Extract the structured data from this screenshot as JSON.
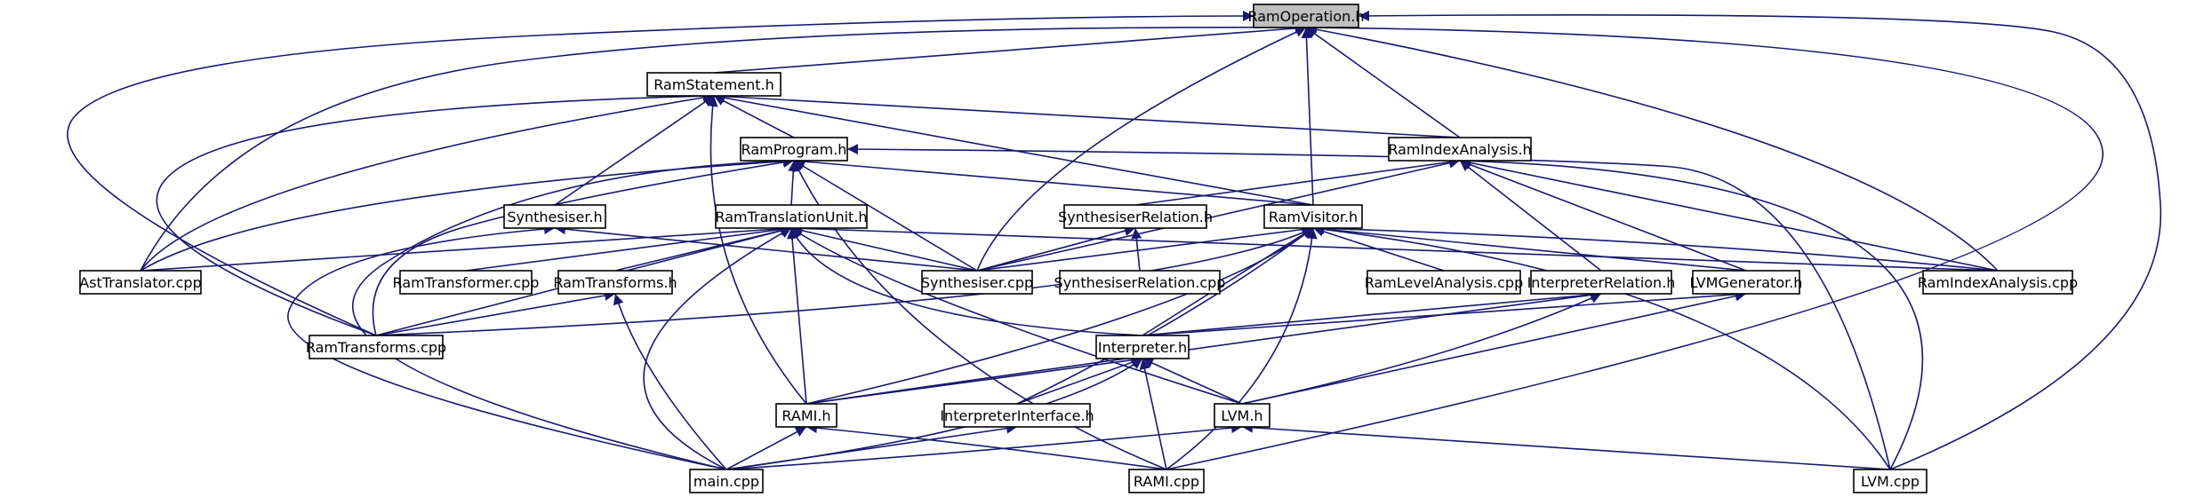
{
  "graph": {
    "nodes": [
      {
        "id": "ramoperation",
        "label": "RamOperation.h",
        "focus": true
      },
      {
        "id": "ramstatement",
        "label": "RamStatement.h"
      },
      {
        "id": "ramprogram",
        "label": "RamProgram.h"
      },
      {
        "id": "ramindexanalysis_h",
        "label": "RamIndexAnalysis.h"
      },
      {
        "id": "synthesiser_h",
        "label": "Synthesiser.h"
      },
      {
        "id": "ramtranslationunit",
        "label": "RamTranslationUnit.h"
      },
      {
        "id": "synthesiserrelation_h",
        "label": "SynthesiserRelation.h"
      },
      {
        "id": "ramvisitor",
        "label": "RamVisitor.h"
      },
      {
        "id": "asttranslator",
        "label": "AstTranslator.cpp"
      },
      {
        "id": "ramtransformer",
        "label": "RamTransformer.cpp"
      },
      {
        "id": "ramtransforms_h",
        "label": "RamTransforms.h"
      },
      {
        "id": "synthesiser_cpp",
        "label": "Synthesiser.cpp"
      },
      {
        "id": "synthesiserrelation_cpp",
        "label": "SynthesiserRelation.cpp"
      },
      {
        "id": "ramlevelanalysis",
        "label": "RamLevelAnalysis.cpp"
      },
      {
        "id": "interpreterrelation",
        "label": "InterpreterRelation.h"
      },
      {
        "id": "lvmgenerator",
        "label": "LVMGenerator.h"
      },
      {
        "id": "ramindexanalysis_cpp",
        "label": "RamIndexAnalysis.cpp"
      },
      {
        "id": "ramtransforms_cpp",
        "label": "RamTransforms.cpp"
      },
      {
        "id": "interpreter_h",
        "label": "Interpreter.h"
      },
      {
        "id": "rami_h",
        "label": "RAMI.h"
      },
      {
        "id": "interpreterinterface",
        "label": "InterpreterInterface.h"
      },
      {
        "id": "lvm_h",
        "label": "LVM.h"
      },
      {
        "id": "main_cpp",
        "label": "main.cpp"
      },
      {
        "id": "rami_cpp",
        "label": "RAMI.cpp"
      },
      {
        "id": "lvm_cpp",
        "label": "LVM.cpp"
      }
    ],
    "edges": [
      [
        "ramstatement",
        "ramoperation"
      ],
      [
        "asttranslator",
        "ramoperation"
      ],
      [
        "ramtransforms_cpp",
        "ramoperation"
      ],
      [
        "synthesiser_cpp",
        "ramoperation"
      ],
      [
        "ramvisitor",
        "ramoperation"
      ],
      [
        "ramindexanalysis_h",
        "ramoperation"
      ],
      [
        "ramindexanalysis_cpp",
        "ramoperation"
      ],
      [
        "rami_cpp",
        "ramoperation"
      ],
      [
        "lvm_cpp",
        "ramoperation"
      ],
      [
        "ramprogram",
        "ramstatement"
      ],
      [
        "ramindexanalysis_h",
        "ramstatement"
      ],
      [
        "synthesiser_h",
        "ramstatement"
      ],
      [
        "rami_h",
        "ramstatement"
      ],
      [
        "asttranslator",
        "ramstatement"
      ],
      [
        "ramtransforms_cpp",
        "ramstatement"
      ],
      [
        "ramvisitor",
        "ramstatement"
      ],
      [
        "ramtranslationunit",
        "ramprogram"
      ],
      [
        "synthesiser_cpp",
        "ramprogram"
      ],
      [
        "ramvisitor",
        "ramprogram"
      ],
      [
        "asttranslator",
        "ramprogram"
      ],
      [
        "ramtransforms_cpp",
        "ramprogram"
      ],
      [
        "main_cpp",
        "ramprogram"
      ],
      [
        "rami_cpp",
        "ramprogram"
      ],
      [
        "lvm_cpp",
        "ramprogram"
      ],
      [
        "synthesiserrelation_h",
        "ramindexanalysis_h"
      ],
      [
        "synthesiser_cpp",
        "ramindexanalysis_h"
      ],
      [
        "interpreterrelation",
        "ramindexanalysis_h"
      ],
      [
        "lvmgenerator",
        "ramindexanalysis_h"
      ],
      [
        "ramindexanalysis_cpp",
        "ramindexanalysis_h"
      ],
      [
        "lvm_cpp",
        "ramindexanalysis_h"
      ],
      [
        "synthesiser_cpp",
        "synthesiser_h"
      ],
      [
        "main_cpp",
        "synthesiser_h"
      ],
      [
        "asttranslator",
        "ramtranslationunit"
      ],
      [
        "ramtransformer",
        "ramtranslationunit"
      ],
      [
        "ramtransforms_h",
        "ramtranslationunit"
      ],
      [
        "synthesiser_cpp",
        "ramtranslationunit"
      ],
      [
        "rami_h",
        "ramtranslationunit"
      ],
      [
        "interpreter_h",
        "ramtranslationunit"
      ],
      [
        "lvm_h",
        "ramtranslationunit"
      ],
      [
        "main_cpp",
        "ramtranslationunit"
      ],
      [
        "ramindexanalysis_cpp",
        "ramtranslationunit"
      ],
      [
        "ramtransforms_cpp",
        "ramtranslationunit"
      ],
      [
        "synthesiser_cpp",
        "synthesiserrelation_h"
      ],
      [
        "synthesiserrelation_cpp",
        "synthesiserrelation_h"
      ],
      [
        "synthesiser_cpp",
        "ramvisitor"
      ],
      [
        "ramlevelanalysis",
        "ramvisitor"
      ],
      [
        "lvmgenerator",
        "ramvisitor"
      ],
      [
        "ramindexanalysis_cpp",
        "ramvisitor"
      ],
      [
        "ramtransforms_cpp",
        "ramvisitor"
      ],
      [
        "rami_h",
        "ramvisitor"
      ],
      [
        "interpreterinterface",
        "ramvisitor"
      ],
      [
        "rami_cpp",
        "ramvisitor"
      ],
      [
        "lvm_cpp",
        "ramvisitor"
      ],
      [
        "interpreter_h",
        "ramvisitor"
      ],
      [
        "ramtransforms_cpp",
        "ramtransforms_h"
      ],
      [
        "main_cpp",
        "ramtransforms_h"
      ],
      [
        "interpreter_h",
        "interpreterrelation"
      ],
      [
        "rami_h",
        "interpreterrelation"
      ],
      [
        "lvm_h",
        "interpreterrelation"
      ],
      [
        "interpreter_h",
        "lvmgenerator"
      ],
      [
        "lvm_h",
        "lvmgenerator"
      ],
      [
        "rami_h",
        "interpreter_h"
      ],
      [
        "interpreterinterface",
        "interpreter_h"
      ],
      [
        "lvm_h",
        "interpreter_h"
      ],
      [
        "main_cpp",
        "interpreter_h"
      ],
      [
        "rami_cpp",
        "interpreter_h"
      ],
      [
        "main_cpp",
        "rami_h"
      ],
      [
        "rami_cpp",
        "rami_h"
      ],
      [
        "main_cpp",
        "interpreterinterface"
      ],
      [
        "main_cpp",
        "lvm_h"
      ],
      [
        "lvm_cpp",
        "lvm_h"
      ]
    ]
  },
  "colors": {
    "edge": "#191970",
    "node_border": "#000000",
    "node_fill": "#ffffff",
    "focus_fill": "#bfbfbf"
  }
}
